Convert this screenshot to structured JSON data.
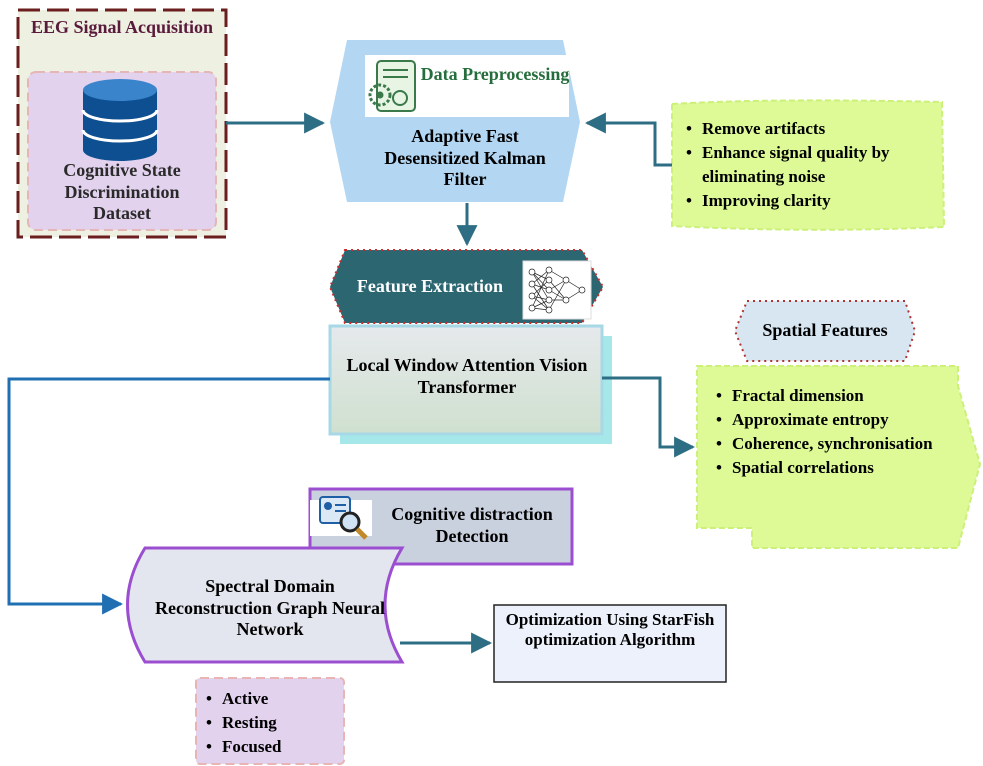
{
  "acquisition": {
    "title": "EEG Signal Acquisition",
    "dataset": "Cognitive State Discrimination Dataset"
  },
  "preprocessing": {
    "label": "Data Preprocessing",
    "method": "Adaptive Fast Desensitized Kalman Filter",
    "notes": [
      "Remove artifacts",
      "Enhance signal quality by eliminating noise",
      "Improving clarity"
    ]
  },
  "feature_extraction": {
    "label": "Feature Extraction",
    "method": "Local Window Attention Vision Transformer"
  },
  "spatial_features": {
    "title": "Spatial Features",
    "items": [
      "Fractal dimension",
      "Approximate entropy",
      "Coherence, synchronisation",
      "Spatial correlations"
    ]
  },
  "detection": {
    "label": "Cognitive distraction Detection",
    "method": "Spectral Domain Reconstruction Graph Neural Network",
    "classes": [
      "Active",
      "Resting",
      "Focused"
    ]
  },
  "optimization": {
    "label": "Optimization Using StarFish optimization Algorithm"
  },
  "colors": {
    "arrow": "#2e6e84",
    "loop": "#1f6fb2",
    "hex_blue": "#b3d7f3",
    "feature_hex": "#2b6671",
    "green": "#ddfa96",
    "lavender": "#e2d2ee",
    "purple_border": "#9b4fd0",
    "box_grey": "#dfe2ea",
    "dark_red": "#6b1e1e"
  }
}
